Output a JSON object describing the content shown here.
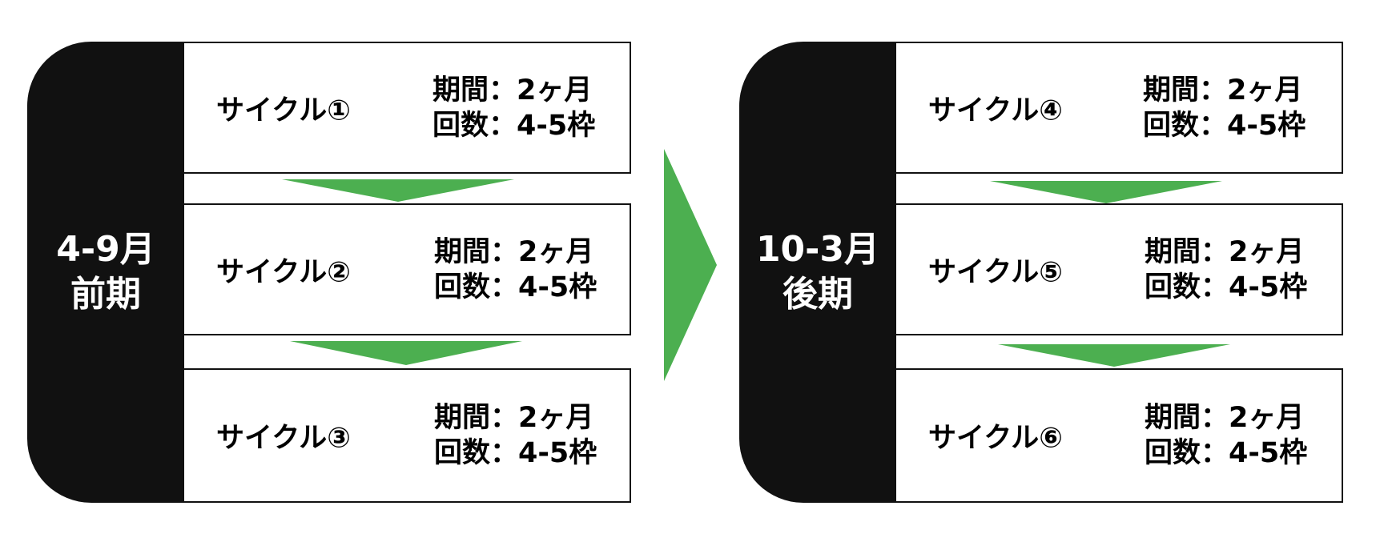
{
  "colors": {
    "label_bg": "#111111",
    "label_text": "#ffffff",
    "arrow_green": "#4caf50",
    "box_border": "#111111"
  },
  "first_half": {
    "label_line1": "4-9月",
    "label_line2": "前期",
    "cycles": [
      {
        "name": "サイクル①",
        "period": "期間：2ヶ月",
        "count": "回数：4-5枠"
      },
      {
        "name": "サイクル②",
        "period": "期間：2ヶ月",
        "count": "回数：4-5枠"
      },
      {
        "name": "サイクル③",
        "period": "期間：2ヶ月",
        "count": "回数：4-5枠"
      }
    ]
  },
  "second_half": {
    "label_line1": "10-3月",
    "label_line2": "後期",
    "cycles": [
      {
        "name": "サイクル④",
        "period": "期間：2ヶ月",
        "count": "回数：4-5枠"
      },
      {
        "name": "サイクル⑤",
        "period": "期間：2ヶ月",
        "count": "回数：4-5枠"
      },
      {
        "name": "サイクル⑥",
        "period": "期間：2ヶ月",
        "count": "回数：4-5枠"
      }
    ]
  }
}
